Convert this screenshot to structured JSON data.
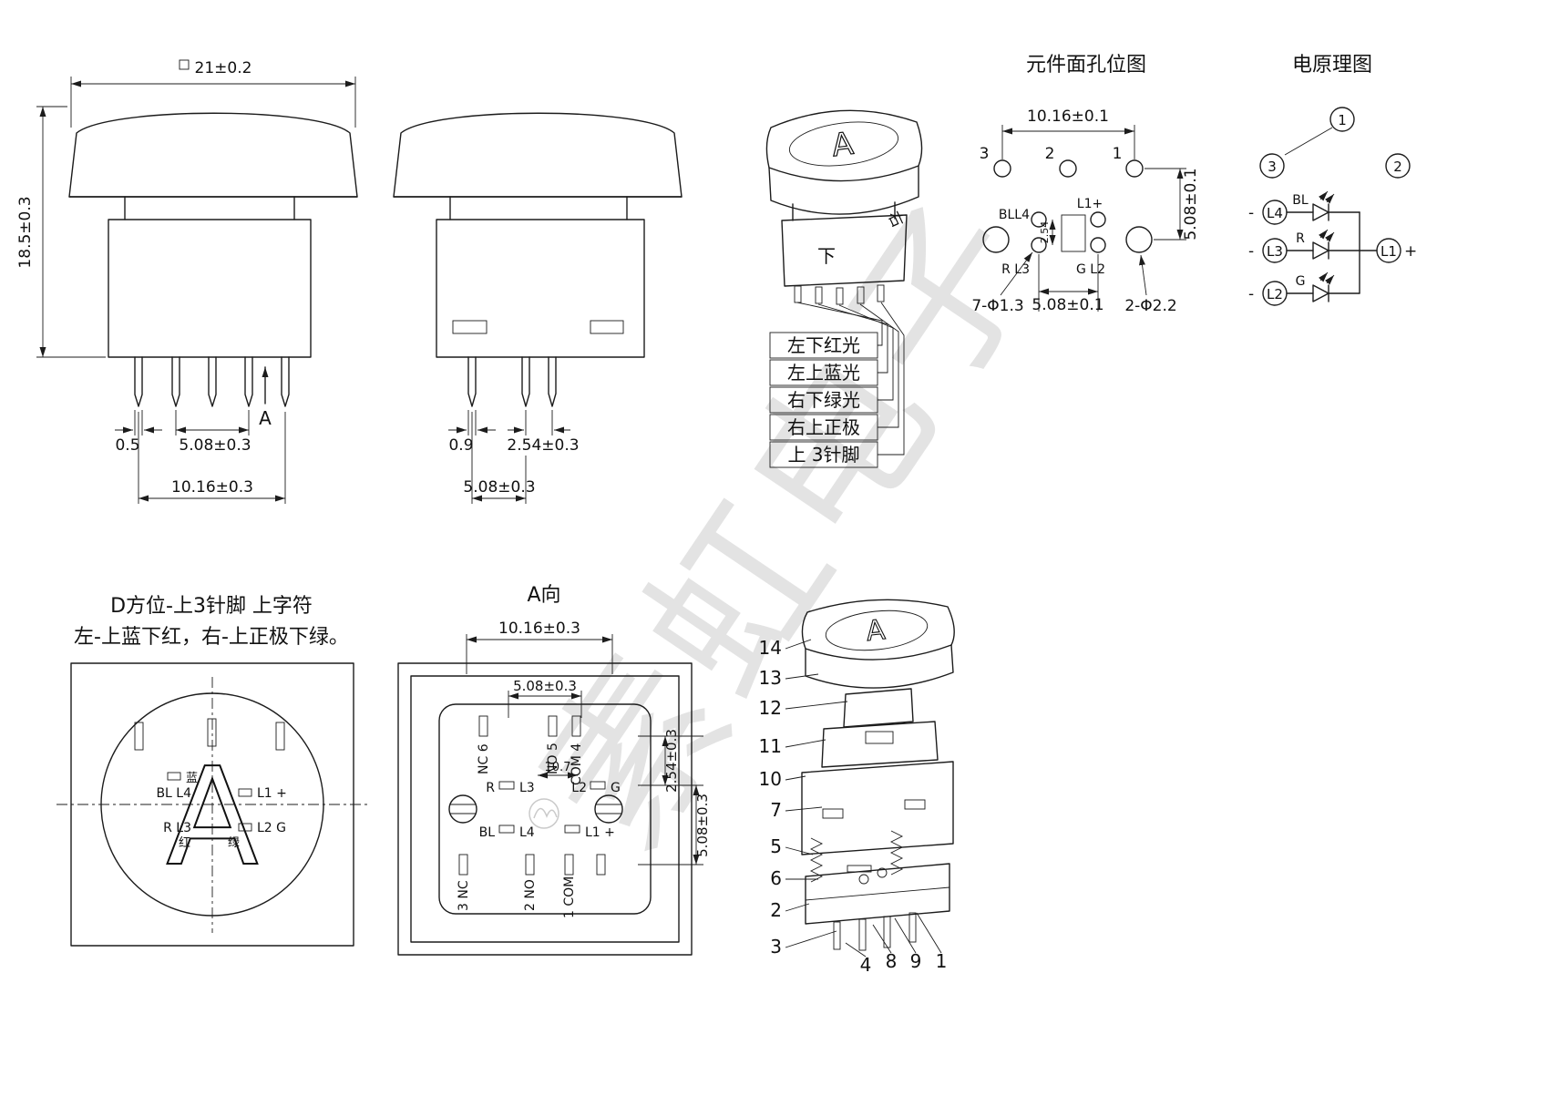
{
  "watermark": {
    "text": "素虹电子"
  },
  "front": {
    "dim_width": "21±0.2",
    "dim_height": "18.5±0.3",
    "dim_offset": "0.5",
    "dim_pitch": "5.08±0.3",
    "dim_span": "10.16±0.3",
    "view_arrow": "A"
  },
  "side": {
    "dim_offset": "0.9",
    "dim_pitch_small": "2.54±0.3",
    "dim_pitch": "5.08±0.3"
  },
  "persp": {
    "cap_letter": "A",
    "label_right": "右",
    "label_down": "下",
    "callouts": [
      "左下红光",
      "左上蓝光",
      "右下绿光",
      "右上正极",
      "上 3针脚"
    ]
  },
  "holes": {
    "title": "元件面孔位图",
    "dim_top": "10.16±0.1",
    "pin3": "3",
    "pin2": "2",
    "pin1": "1",
    "lbl_bll4": "BLL4",
    "lbl_l1": "L1+",
    "lbl_rl3": "R L3",
    "lbl_gl2": "G L2",
    "dim_254": "2.54",
    "dim_right": "5.08±0.1",
    "dim_small_holes": "7-Φ1.3",
    "dim_mid": "5.08±0.1",
    "dim_big_holes": "2-Φ2.2"
  },
  "schem": {
    "title": "电原理图",
    "n1": "1",
    "n2": "2",
    "n3": "3",
    "rows": [
      {
        "minus": "-",
        "pin": "L4",
        "color": "BL"
      },
      {
        "minus": "-",
        "pin": "L3",
        "color": "R"
      },
      {
        "minus": "-",
        "pin": "L2",
        "color": "G"
      }
    ],
    "common_pin": "L1",
    "common_plus": "+"
  },
  "face": {
    "note1": "D方位-上3针脚 上字符",
    "note2": "左-上蓝下红，右-上正极下绿。",
    "cap_letter": "A",
    "lbl_blue": "蓝",
    "lbl_bl_l4": "BL L4",
    "lbl_l1": "L1 +",
    "lbl_r_l3": "R L3",
    "lbl_red": "红",
    "lbl_l2_g": "L2 G",
    "lbl_green": "绿"
  },
  "aview": {
    "title": "A向",
    "dim_top": "10.16±0.3",
    "dim_inner": "5.08±0.3",
    "top_pads": [
      "NC 6",
      "NO 5",
      "COM 4"
    ],
    "lbl_r": "R",
    "lbl_l3": "L3",
    "lbl_l2": "L2",
    "lbl_g": "G",
    "dim_107": "10.7",
    "lbl_bl": "BL",
    "lbl_l4": "L4",
    "lbl_l1": "L1 +",
    "bottom_pads": [
      "3 NC",
      "2 NO",
      "1 COM"
    ],
    "dim_254": "2.54±0.3",
    "dim_508": "5.08±0.3"
  },
  "exploded": {
    "cap_letter": "A",
    "left_parts": [
      "14",
      "13",
      "12",
      "11",
      "10",
      "7",
      "5",
      "6",
      "2",
      "3"
    ],
    "bottom_parts": [
      "4",
      "8",
      "9",
      "1"
    ]
  }
}
